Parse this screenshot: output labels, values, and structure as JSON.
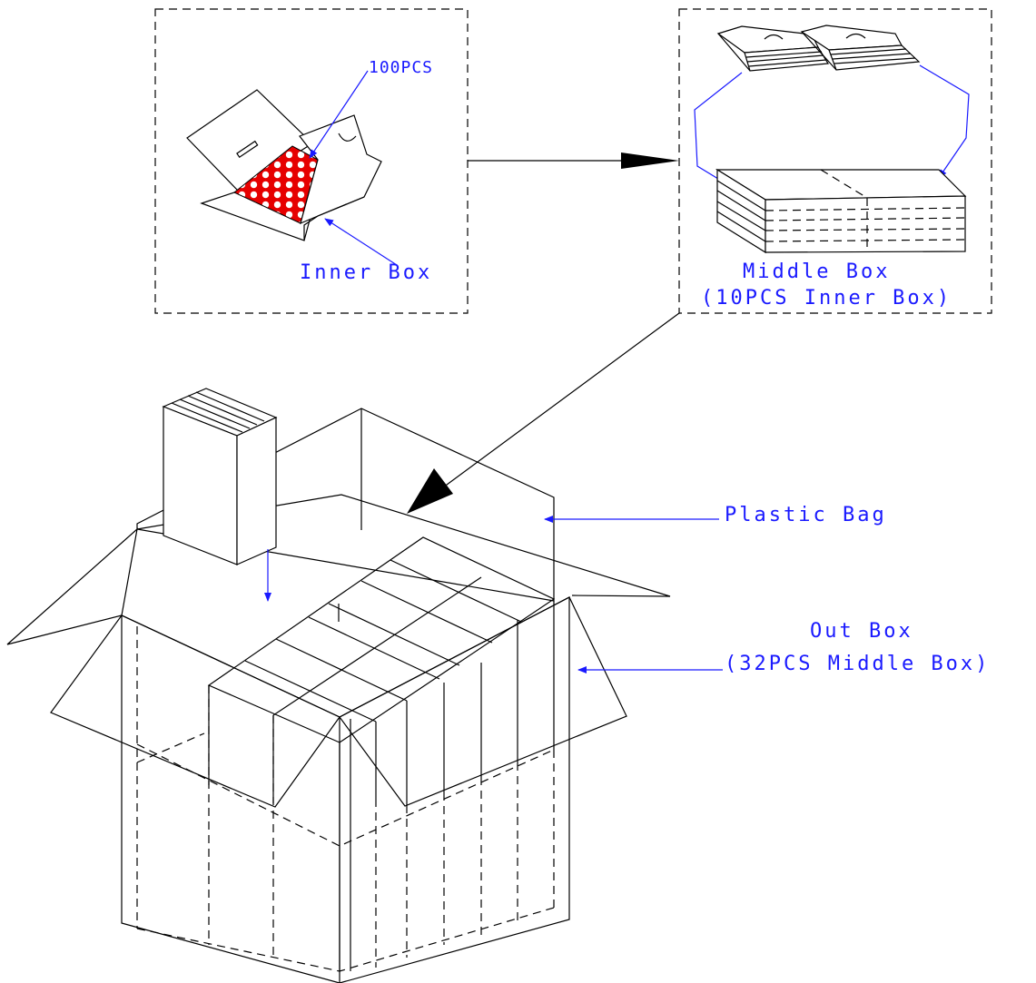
{
  "labels": {
    "pcs_count": "100PCS",
    "inner_box": "Inner Box",
    "middle_box": "Middle Box",
    "middle_box_contents": "(10PCS Inner Box)",
    "plastic_bag": "Plastic Bag",
    "out_box": "Out Box",
    "out_box_contents": "(32PCS Middle Box)"
  },
  "colors": {
    "line": "#000000",
    "annotation": "#1a1aff",
    "product_fill": "#e60000",
    "background": "#ffffff"
  }
}
